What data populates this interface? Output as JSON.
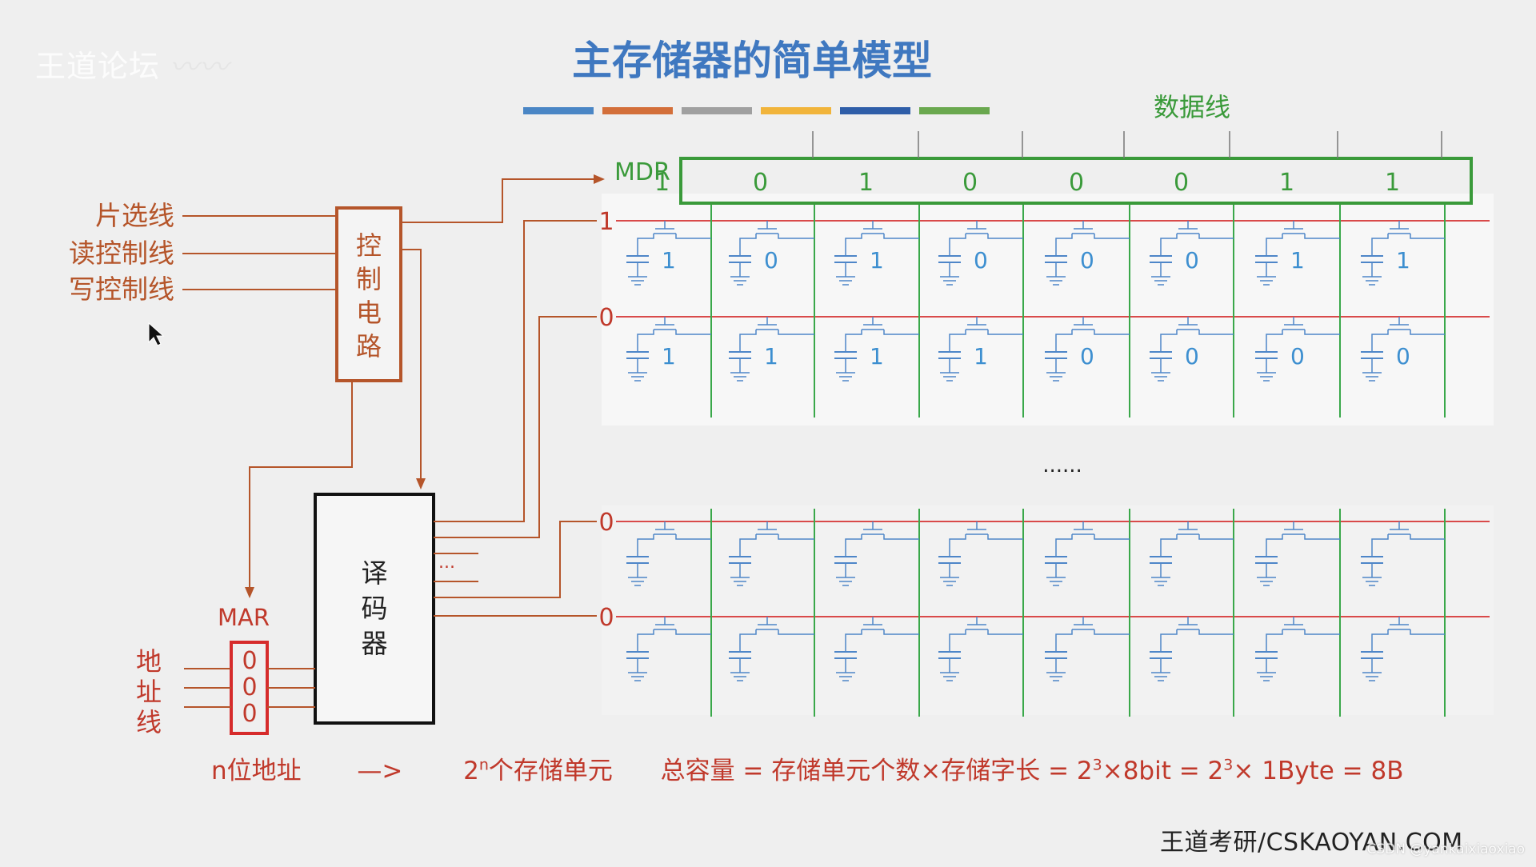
{
  "title": "主存储器的简单模型",
  "watermark": {
    "text": "王道论坛"
  },
  "color_bar": [
    "#4a86c5",
    "#d36f3a",
    "#a0a0a0",
    "#f1b43b",
    "#2f5ea8",
    "#6aa84f"
  ],
  "data_lines_label": "数据线",
  "mdr": {
    "label": "MDR",
    "bits": [
      "1",
      "0",
      "1",
      "0",
      "0",
      "0",
      "1",
      "1"
    ]
  },
  "control_lines": [
    "片选线",
    "读控制线",
    "写控制线"
  ],
  "control_circuit": {
    "label": [
      "控",
      "制",
      "电",
      "路"
    ]
  },
  "decoder": {
    "label": [
      "译",
      "码",
      "器"
    ],
    "ellipsis": "..."
  },
  "mar": {
    "label": "MAR",
    "bits": [
      "0",
      "0",
      "0"
    ]
  },
  "address_line": {
    "label": [
      "地",
      "址",
      "线"
    ]
  },
  "word_lines": [
    {
      "select": "1",
      "bits": [
        "1",
        "0",
        "1",
        "0",
        "0",
        "0",
        "1",
        "1"
      ]
    },
    {
      "select": "0",
      "bits": [
        "1",
        "1",
        "1",
        "1",
        "0",
        "0",
        "0",
        "0"
      ]
    },
    {
      "select": "0",
      "bits": [
        "",
        "",
        "",
        "",
        "",
        "",
        "",
        ""
      ]
    },
    {
      "select": "0",
      "bits": [
        "",
        "",
        "",
        "",
        "",
        "",
        "",
        ""
      ]
    }
  ],
  "middle_ellipsis": "......",
  "formula": {
    "part1": "n位地址",
    "arrow": "—>",
    "part2_base": "2",
    "part2_exp": "n",
    "part2_rest": " 个存储单元",
    "part3": "总容量 = 存储单元个数×存储字长 = 2",
    "exp3": "3",
    "part4": "×8bit = 2",
    "exp4": "3",
    "part5": " × 1Byte = 8B"
  },
  "footer_brand": "王道考研/CSKAOYAN.COM",
  "csdn_credit": "CSDN @yankaixiaoxiao"
}
